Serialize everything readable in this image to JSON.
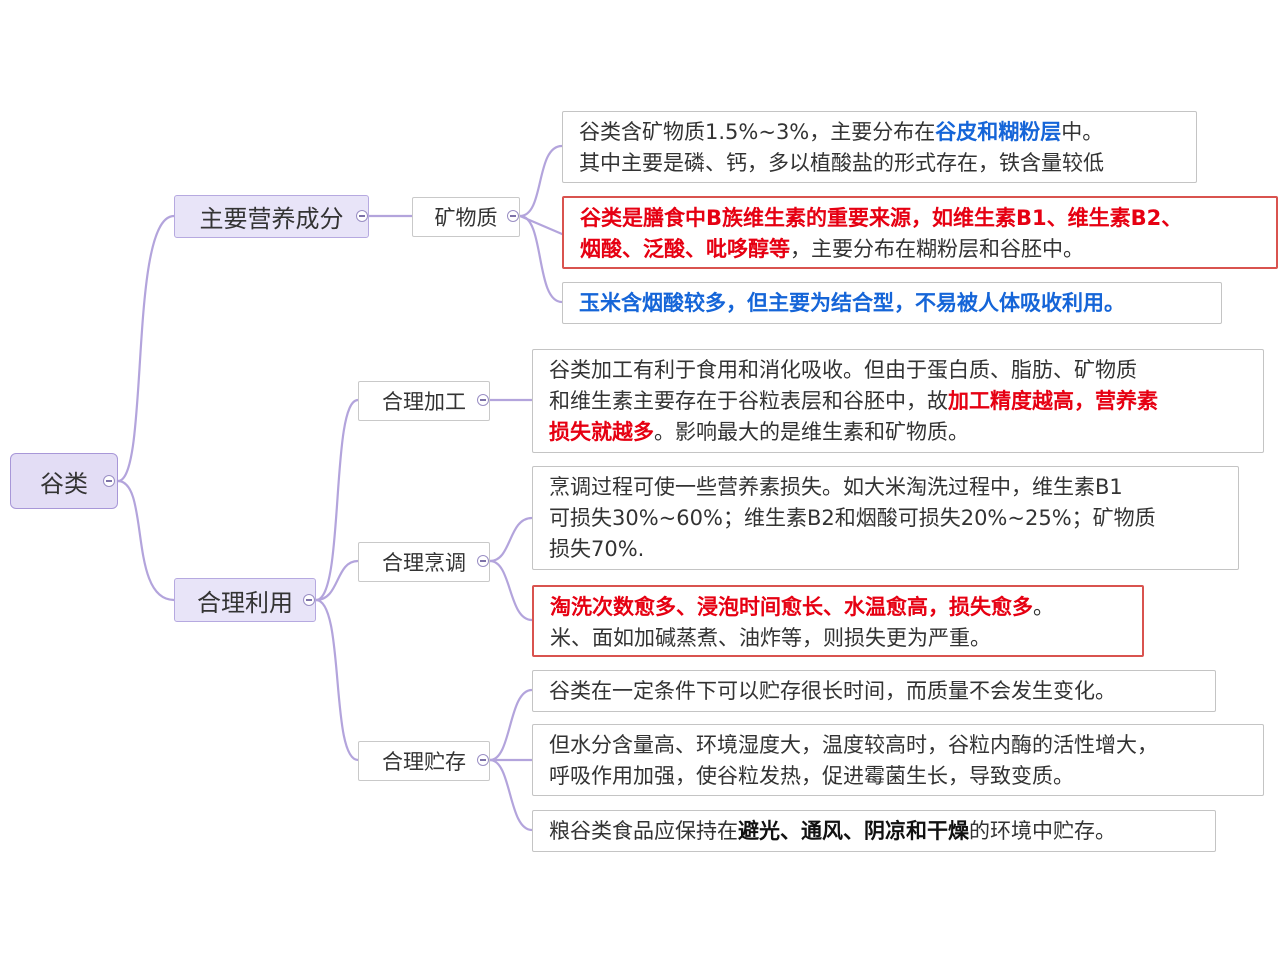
{
  "root": {
    "label": "谷类"
  },
  "branches": {
    "nutrition": {
      "label": "主要营养成分",
      "minerals": {
        "label": "矿物质",
        "leaf1": {
          "p1": "谷类含矿物质1.5%~3%，主要分布在",
          "h1": "谷皮和糊粉层",
          "p2": "中。",
          "line2": "其中主要是磷、钙，多以植酸盐的形式存在，铁含量较低"
        },
        "leaf2": {
          "h1a": "谷类是膳食中B族维生素的重要来源，如维生素B1、维生素B2、",
          "h1b": "烟酸、泛酸、吡哆醇等",
          "p2": "，主要分布在糊粉层和谷胚中。"
        },
        "leaf3": {
          "h1": "玉米含烟酸较多，但主要为结合型，不易被人体吸收利用。"
        }
      }
    },
    "usage": {
      "label": "合理利用",
      "processing": {
        "label": "合理加工",
        "leaf1": {
          "line1": "谷类加工有利于食用和消化吸收。但由于蛋白质、脂肪、矿物质",
          "p2": "和维生素主要存在于谷粒表层和谷胚中，故",
          "h2": "加工精度越高，营养素",
          "h3": "损失就越多",
          "p3": "。影响最大的是维生素和矿物质。"
        }
      },
      "cooking": {
        "label": "合理烹调",
        "leaf1": {
          "line1": "烹调过程可使一些营养素损失。如大米淘洗过程中，维生素B1",
          "line2": "可损失30%~60%；维生素B2和烟酸可损失20%~25%；矿物质",
          "line3": "损失70%."
        },
        "leaf2": {
          "h1": "淘洗次数愈多、浸泡时间愈长、水温愈高，损失愈多",
          "p1": "。",
          "line2": "米、面如加碱蒸煮、油炸等，则损失更为严重。"
        }
      },
      "storage": {
        "label": "合理贮存",
        "leaf1": {
          "line1": "谷类在一定条件下可以贮存很长时间，而质量不会发生变化。"
        },
        "leaf2": {
          "line1": "但水分含量高、环境湿度大，温度较高时，谷粒内酶的活性增大，",
          "line2": "呼吸作用加强，使谷粒发热，促进霉菌生长，导致变质。"
        },
        "leaf3": {
          "p1": "粮谷类食品应保持在",
          "h1": "避光、通风、阴凉和干燥",
          "p2": "的环境中贮存。"
        }
      }
    }
  },
  "colors": {
    "connector": "#b3a4dc",
    "root_fill": "#e3ddf5",
    "main_fill": "#e8e4f8",
    "highlight_red": "#e60012",
    "highlight_blue": "#1565d8",
    "emphasis_border": "#d9534f"
  }
}
